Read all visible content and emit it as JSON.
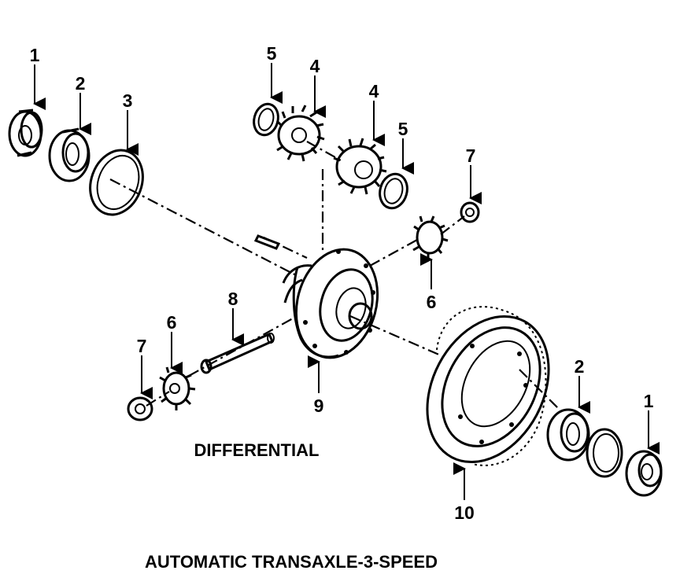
{
  "diagram": {
    "title": "DIFFERENTIAL",
    "subtitle": "AUTOMATIC TRANSAXLE-3-SPEED",
    "callouts": {
      "c1_left": "1",
      "c2_left": "2",
      "c3": "3",
      "c4_top": "4",
      "c4_right": "4",
      "c5_top": "5",
      "c5_right": "5",
      "c6_right": "6",
      "c6_left": "6",
      "c7_right": "7",
      "c7_left": "7",
      "c8": "8",
      "c9": "9",
      "c10": "10",
      "c2_right": "2",
      "c1_right": "1"
    }
  }
}
